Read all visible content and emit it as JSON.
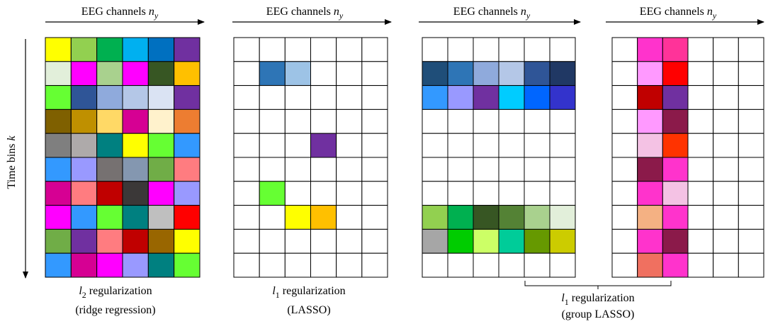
{
  "axes": {
    "column_label": "EEG channels",
    "column_symbol": "n",
    "column_subscript": "y",
    "row_label": "Time bins",
    "row_symbol": "k"
  },
  "panels": [
    {
      "name": "ridge",
      "caption_symbol": "l",
      "caption_subscript": "2",
      "caption_rest": " regularization",
      "caption_line2": "(ridge regression)",
      "cells": [
        [
          "#FFFF00",
          "#92D050",
          "#00B050",
          "#00B0F0",
          "#0070C0",
          "#7030A0"
        ],
        [
          "#E2EFDA",
          "#FF00FF",
          "#A9D18E",
          "#FF00FF",
          "#375623",
          "#FFC000"
        ],
        [
          "#66FF33",
          "#2F5597",
          "#8FAADC",
          "#B4C7E7",
          "#DAE3F3",
          "#7030A0"
        ],
        [
          "#7F6000",
          "#BF9000",
          "#FFD966",
          "#D60093",
          "#FFF2CC",
          "#ED7D31"
        ],
        [
          "#7F7F7F",
          "#AEAAAA",
          "#008080",
          "#FFFF00",
          "#66FF33",
          "#3399FF"
        ],
        [
          "#3399FF",
          "#9999FF",
          "#767171",
          "#8497B0",
          "#70AD47",
          "#FF7C80"
        ],
        [
          "#D60093",
          "#FF7C80",
          "#C00000",
          "#3B3838",
          "#FF00FF",
          "#9999FF"
        ],
        [
          "#FF00FF",
          "#3399FF",
          "#66FF33",
          "#008080",
          "#BFBFBF",
          "#FF0000"
        ],
        [
          "#70AD47",
          "#7030A0",
          "#FF7C80",
          "#C00000",
          "#996600",
          "#FFFF00"
        ],
        [
          "#3399FF",
          "#D60093",
          "#FF00FF",
          "#9999FF",
          "#008080",
          "#66FF33"
        ]
      ]
    },
    {
      "name": "lasso",
      "caption_symbol": "l",
      "caption_subscript": "1",
      "caption_rest": " regularization",
      "caption_line2": "(LASSO)",
      "cells": [
        [
          null,
          null,
          null,
          null,
          null,
          null
        ],
        [
          null,
          "#2E75B6",
          "#9DC3E6",
          null,
          null,
          null
        ],
        [
          null,
          null,
          null,
          null,
          null,
          null
        ],
        [
          null,
          null,
          null,
          null,
          null,
          null
        ],
        [
          null,
          null,
          null,
          "#7030A0",
          null,
          null
        ],
        [
          null,
          null,
          null,
          null,
          null,
          null
        ],
        [
          null,
          "#66FF33",
          null,
          null,
          null,
          null
        ],
        [
          null,
          null,
          "#FFFF00",
          "#FFC000",
          null,
          null
        ],
        [
          null,
          null,
          null,
          null,
          null,
          null
        ],
        [
          null,
          null,
          null,
          null,
          null,
          null
        ]
      ]
    },
    {
      "name": "group-rows",
      "cells": [
        [
          null,
          null,
          null,
          null,
          null,
          null
        ],
        [
          "#1F4E79",
          "#2E75B6",
          "#8FAADC",
          "#B4C7E7",
          "#2F5597",
          "#203864"
        ],
        [
          "#3399FF",
          "#9999FF",
          "#7030A0",
          "#00CCFF",
          "#0066FF",
          "#3333CC"
        ],
        [
          null,
          null,
          null,
          null,
          null,
          null
        ],
        [
          null,
          null,
          null,
          null,
          null,
          null
        ],
        [
          null,
          null,
          null,
          null,
          null,
          null
        ],
        [
          null,
          null,
          null,
          null,
          null,
          null
        ],
        [
          "#92D050",
          "#00B050",
          "#375623",
          "#548235",
          "#A9D18E",
          "#E2EFDA"
        ],
        [
          "#A6A6A6",
          "#00CC00",
          "#CCFF66",
          "#00CC99",
          "#669900",
          "#CCCC00"
        ],
        [
          null,
          null,
          null,
          null,
          null,
          null
        ]
      ]
    },
    {
      "name": "group-columns",
      "cells": [
        [
          null,
          "#FF33CC",
          "#FF3399",
          null,
          null,
          null
        ],
        [
          null,
          "#FF99FF",
          "#FF0000",
          null,
          null,
          null
        ],
        [
          null,
          "#C00000",
          "#7030A0",
          null,
          null,
          null
        ],
        [
          null,
          "#FF99FF",
          "#8B1A4A",
          null,
          null,
          null
        ],
        [
          null,
          "#F4C2E4",
          "#FF3300",
          null,
          null,
          null
        ],
        [
          null,
          "#8B1A4A",
          "#FF33CC",
          null,
          null,
          null
        ],
        [
          null,
          "#FF33CC",
          "#F4C2E4",
          null,
          null,
          null
        ],
        [
          null,
          "#F4B183",
          "#FF33CC",
          null,
          null,
          null
        ],
        [
          null,
          "#FF33CC",
          "#8B1A4A",
          null,
          null,
          null
        ],
        [
          null,
          "#F07060",
          "#FF33CC",
          null,
          null,
          null
        ]
      ]
    }
  ],
  "group_caption": {
    "caption_symbol": "l",
    "caption_subscript": "1",
    "caption_rest": " regularization",
    "caption_line2": "(group LASSO)"
  }
}
